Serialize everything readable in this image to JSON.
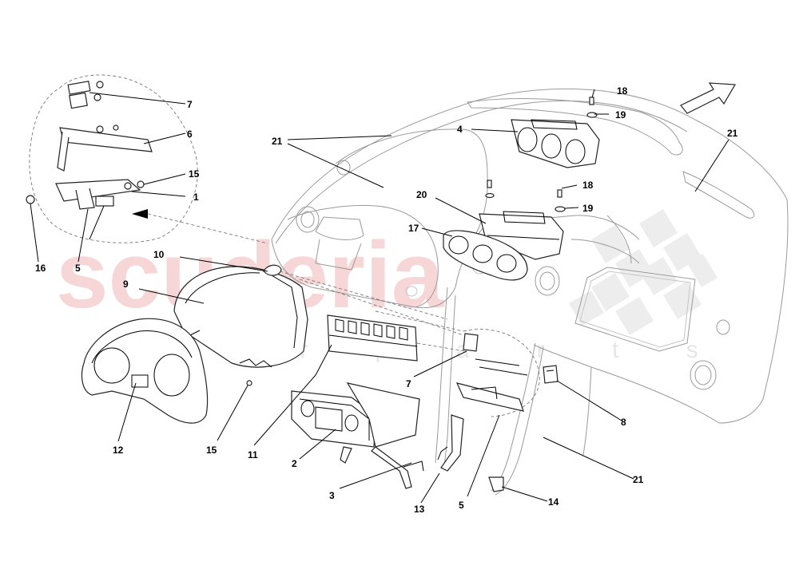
{
  "watermark": {
    "brand": "scuderia",
    "sub": "c a r   p a r t s"
  },
  "callouts": {
    "c7a": "7",
    "c6": "6",
    "c15a": "15",
    "c1": "1",
    "c16": "16",
    "c5a": "5",
    "c10": "10",
    "c9": "9",
    "c12": "12",
    "c15b": "15",
    "c11": "11",
    "c2": "2",
    "c3": "3",
    "c13": "13",
    "c7b": "7",
    "c5b": "5",
    "c21a": "21",
    "c4": "4",
    "c18a": "18",
    "c19a": "19",
    "c20": "20",
    "c17": "17",
    "c18b": "18",
    "c19b": "19",
    "c21b": "21",
    "c8": "8",
    "c21c": "21",
    "c14": "14"
  }
}
